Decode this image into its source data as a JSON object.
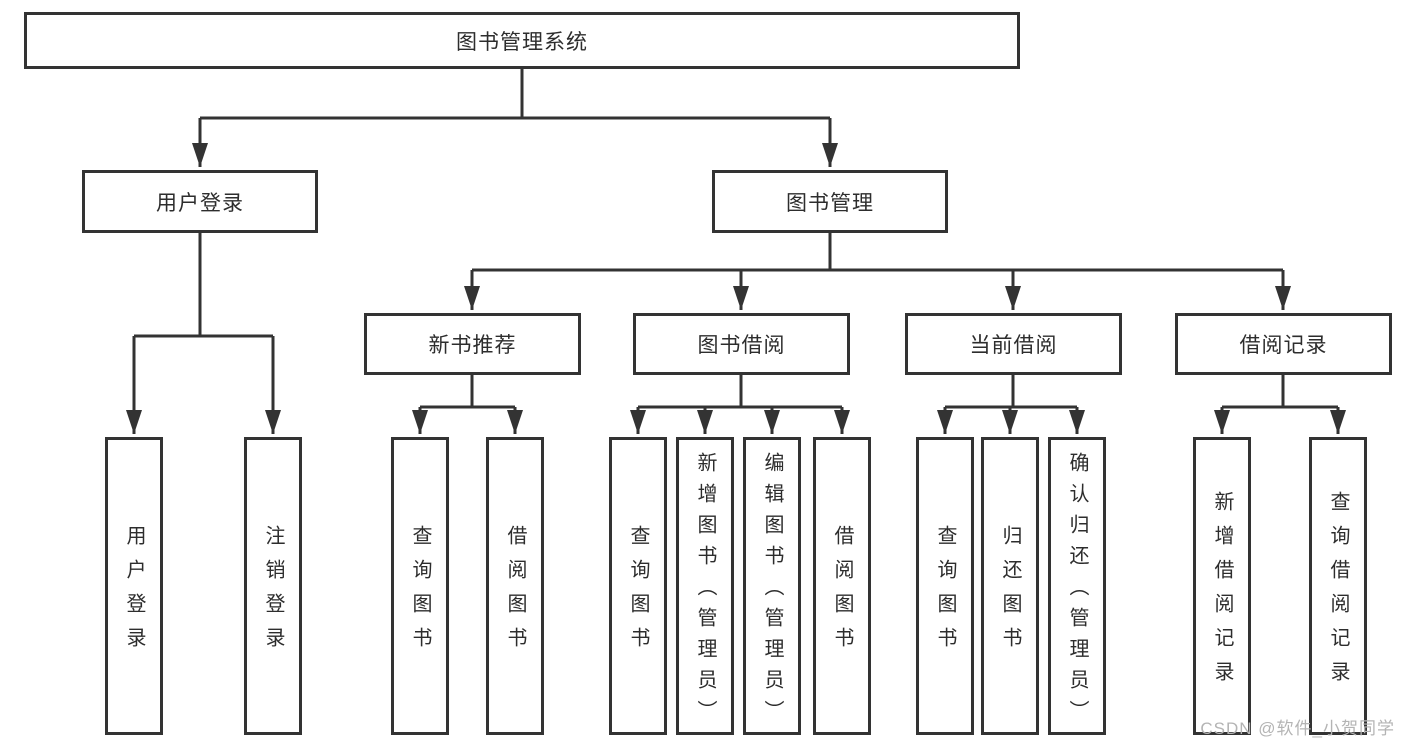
{
  "diagram": {
    "root": {
      "label": "图书管理系统"
    },
    "level2": [
      {
        "label": "用户登录",
        "children": [
          {
            "label": "用户登录"
          },
          {
            "label": "注销登录"
          }
        ]
      },
      {
        "label": "图书管理",
        "children": [
          {
            "label": "新书推荐",
            "children": [
              {
                "label": "查询图书"
              },
              {
                "label": "借阅图书"
              }
            ]
          },
          {
            "label": "图书借阅",
            "children": [
              {
                "label": "查询图书"
              },
              {
                "label": "新增图书（管理员）"
              },
              {
                "label": "编辑图书（管理员）"
              },
              {
                "label": "借阅图书"
              }
            ]
          },
          {
            "label": "当前借阅",
            "children": [
              {
                "label": "查询图书"
              },
              {
                "label": "归还图书"
              },
              {
                "label": "确认归还（管理员）"
              }
            ]
          },
          {
            "label": "借阅记录",
            "children": [
              {
                "label": "新增借阅记录"
              },
              {
                "label": "查询借阅记录"
              }
            ]
          }
        ]
      }
    ]
  },
  "watermark": {
    "text": "CSDN @软件_小贺同学"
  },
  "colors": {
    "line": "#333333",
    "border": "#333333",
    "text": "#2d2d2d",
    "background": "#ffffff",
    "watermark": "#b4b4b4"
  }
}
